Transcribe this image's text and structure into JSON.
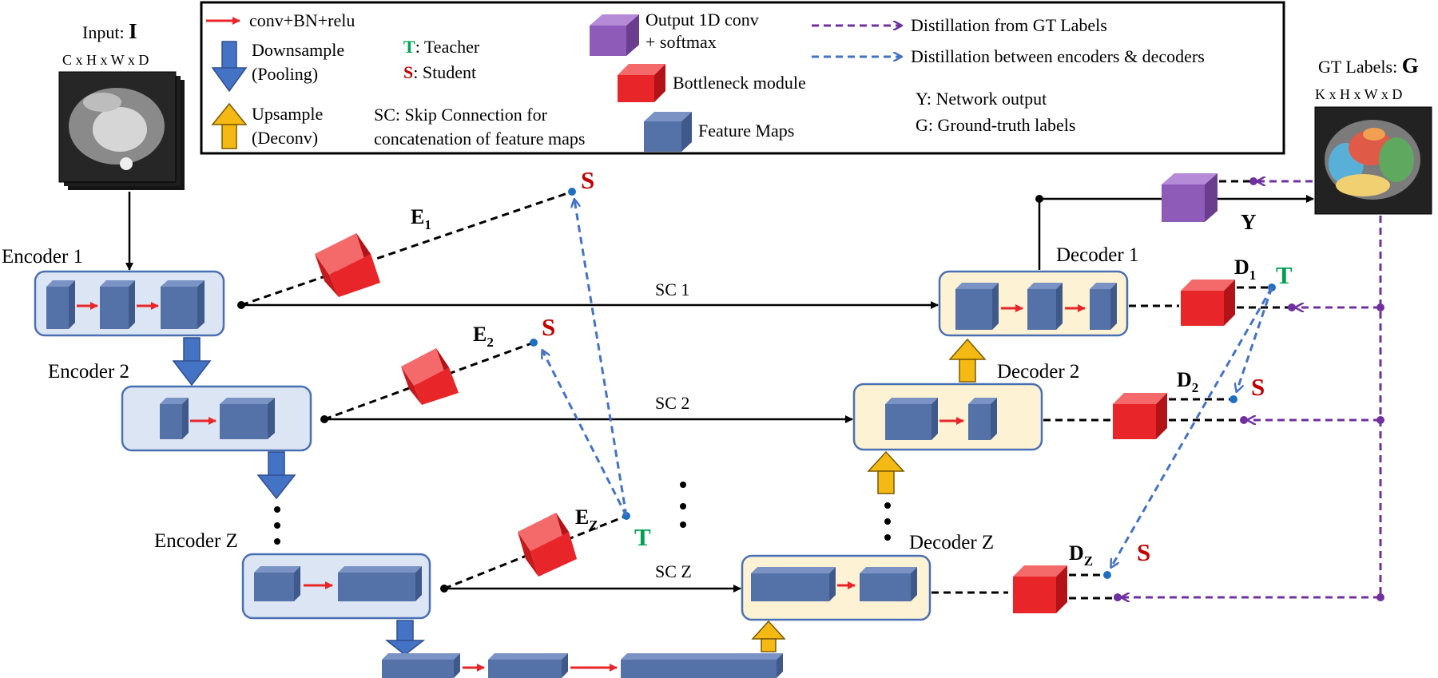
{
  "legend": {
    "conv": "conv+BN+relu",
    "down": [
      "Downsample",
      "(Pooling)"
    ],
    "up": [
      "Upsample",
      "(Deconv)"
    ],
    "teacher_key": "T",
    "teacher_text": ": Teacher",
    "student_key": "S",
    "student_text": ": Student",
    "sc": [
      "SC: Skip Connection for",
      "concatenation of feature maps"
    ],
    "output": [
      "Output 1D conv",
      "+ softmax"
    ],
    "bottleneck": "Bottleneck module",
    "feature": "Feature Maps",
    "distill_gt": "Distillation from GT Labels",
    "distill_enc": "Distillation between encoders & decoders",
    "y_def": "Y: Network output",
    "g_def": "G: Ground-truth labels"
  },
  "input": {
    "label": "Input: ",
    "symbol": "I",
    "dims": "C x H x W x D"
  },
  "gt": {
    "label": "GT Labels: ",
    "symbol": "G",
    "dims": "K x H x W x D"
  },
  "encoders": [
    "Encoder 1",
    "Encoder 2",
    "Encoder Z"
  ],
  "decoders": [
    "Decoder 1",
    "Decoder 2",
    "Decoder Z"
  ],
  "skips": [
    "SC 1",
    "SC 2",
    "SC Z"
  ],
  "E": {
    "base": "E",
    "subs": [
      "1",
      "2",
      "Z"
    ]
  },
  "D": {
    "base": "D",
    "subs": [
      "1",
      "2",
      "Z"
    ]
  },
  "roles": {
    "S": "S",
    "T": "T"
  },
  "output_label": "Y",
  "colors": {
    "encoder_fill": "#dbe5f3",
    "decoder_fill": "#fdf2d3",
    "box_stroke": "#4a70b3",
    "feature": "#5572a8",
    "bottleneck": "#e8262a",
    "output_block": "#8e5bb8",
    "down_arrow": "#4472c4",
    "up_arrow": "#f5b914",
    "distill_blue": "#4472c4",
    "distill_purple": "#7030a0",
    "student": "#c00000",
    "teacher": "#00a050"
  }
}
